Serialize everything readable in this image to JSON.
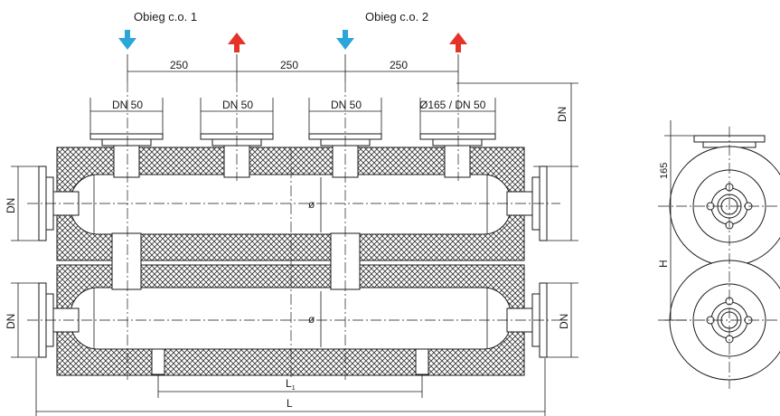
{
  "circuit_labels": {
    "circuit_1": "Obieg c.o. 1",
    "circuit_2": "Obieg c.o. 2"
  },
  "dimensions": {
    "spacing": [
      "250",
      "250",
      "250"
    ],
    "nozzle": [
      "DN 50",
      "DN 50",
      "DN 50"
    ],
    "flange_nozzle": "Ø165 / DN 50",
    "dn": "DN",
    "diameter": "ø",
    "l1_main": "L",
    "l1_sub": "1",
    "length": "L",
    "height_165": "165",
    "height": "H"
  },
  "colors": {
    "supply_arrow": "#2aa7d8",
    "return_arrow": "#e5332a",
    "line": "#1a1a1a"
  }
}
